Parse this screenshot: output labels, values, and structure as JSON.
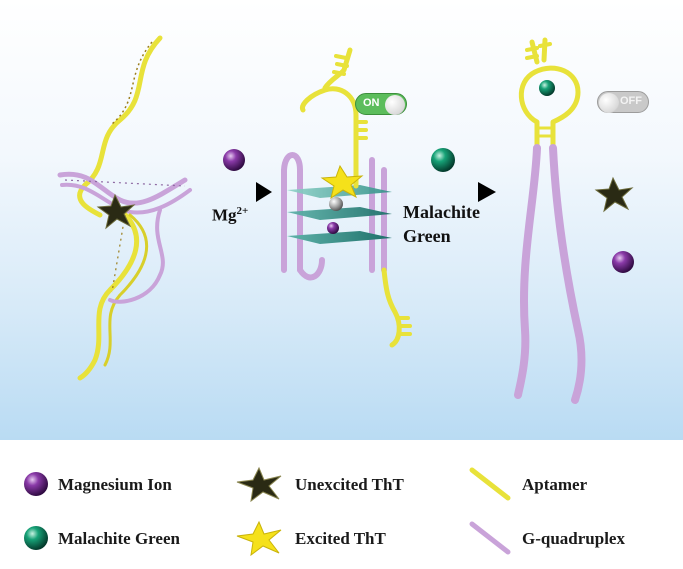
{
  "arrows": {
    "step1_label": "Mg",
    "step1_label_sup": "2+",
    "step2_label_line1": "Malachite",
    "step2_label_line2": "Green"
  },
  "switches": {
    "on_text": "ON",
    "off_text": "OFF"
  },
  "legend": {
    "magnesium_ion": "Magnesium Ion",
    "malachite_green": "Malachite Green",
    "unexcited_tht": "Unexcited ThT",
    "excited_tht": "Excited ThT",
    "aptamer": "Aptamer",
    "g_quadruplex": "G-quadruplex"
  },
  "colors": {
    "aptamer": "#e8e23a",
    "g_quadruplex": "#c9a3d9",
    "magnesium_ion": "#6a1f86",
    "malachite_green": "#0e8a62",
    "excited_tht": "#f5e11a",
    "unexcited_tht": "#2a2a14",
    "switch_on": "#5cbd5c",
    "switch_off": "#c9c9c9"
  }
}
